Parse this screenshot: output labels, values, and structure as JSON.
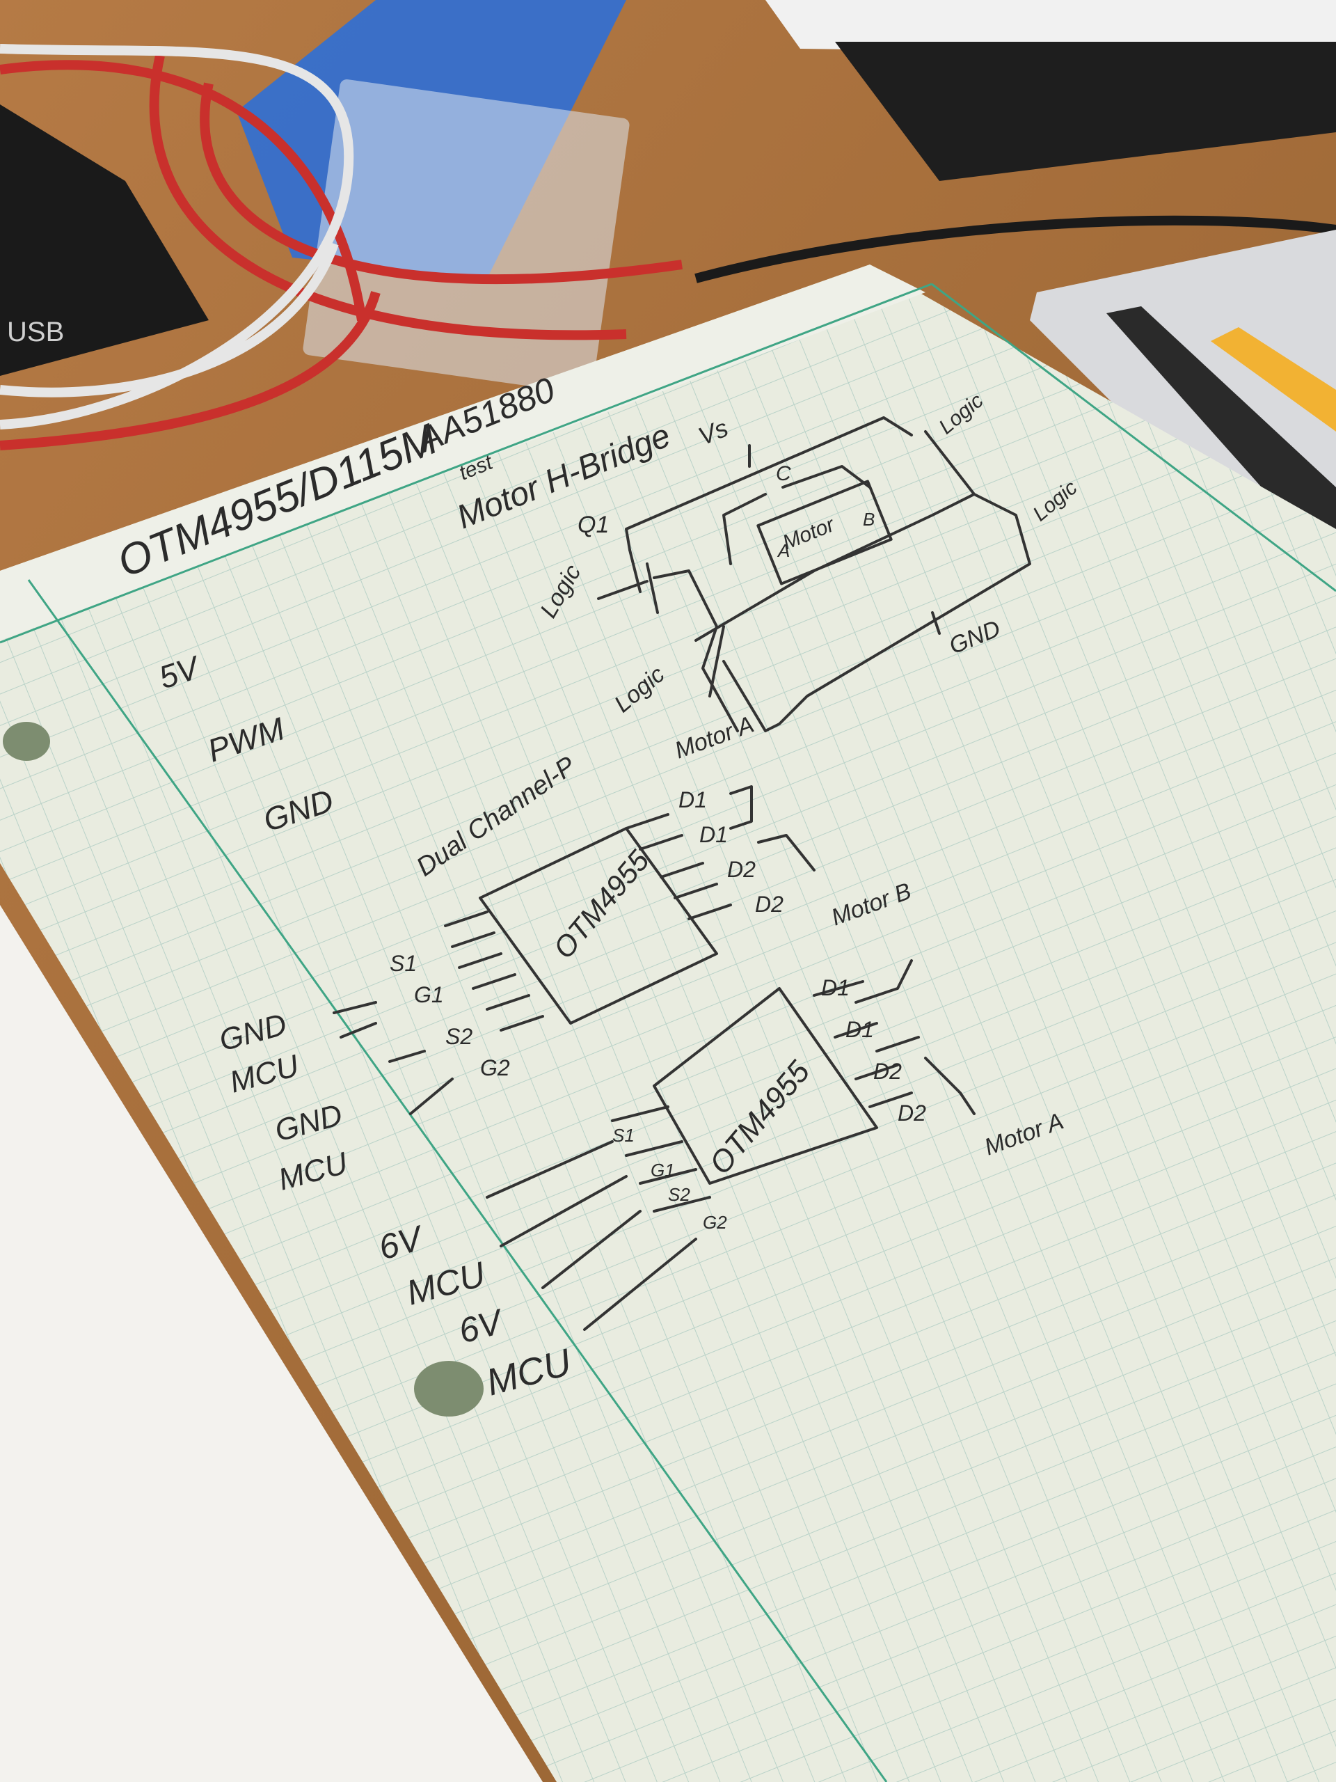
{
  "device": {
    "port_label": "USB"
  },
  "sheet": {
    "header": {
      "part": "OTM4955/D115M",
      "code": "AA51880",
      "note": "test"
    },
    "hbridge": {
      "title": "Motor H-Bridge",
      "supply": "Vs",
      "capacitor": "C",
      "transistor": "Q1",
      "motor": "Motor",
      "terminal_a": "A",
      "terminal_b": "B",
      "ground": "GND",
      "logic_labels": [
        "Logic",
        "Logic",
        "Logic",
        "Logic"
      ]
    },
    "legend": [
      "5V",
      "PWM",
      "GND"
    ],
    "chip1": {
      "note": "Dual Channel-P",
      "name": "OTM4955",
      "left_pins": [
        "S1",
        "G1",
        "S2",
        "G2"
      ],
      "right_pins": [
        "D1",
        "D1",
        "D2",
        "D2"
      ],
      "outputs": [
        "Motor A",
        "Motor B"
      ],
      "connections": [
        "GND",
        "MCU",
        "GND",
        "MCU"
      ]
    },
    "chip2": {
      "name": "OTM4955",
      "left_pins": [
        "S1",
        "G1",
        "S2",
        "G2"
      ],
      "right_pins": [
        "D1",
        "D1",
        "D2",
        "D2"
      ],
      "output": "Motor A",
      "connections": [
        "6V",
        "MCU",
        "6V",
        "MCU"
      ]
    }
  },
  "colors": {
    "desk": "#a8703e",
    "paper": "#e9ece0",
    "grid": "#b9d2c8",
    "margin": "#3fa585",
    "ink": "#2b2b2b"
  }
}
